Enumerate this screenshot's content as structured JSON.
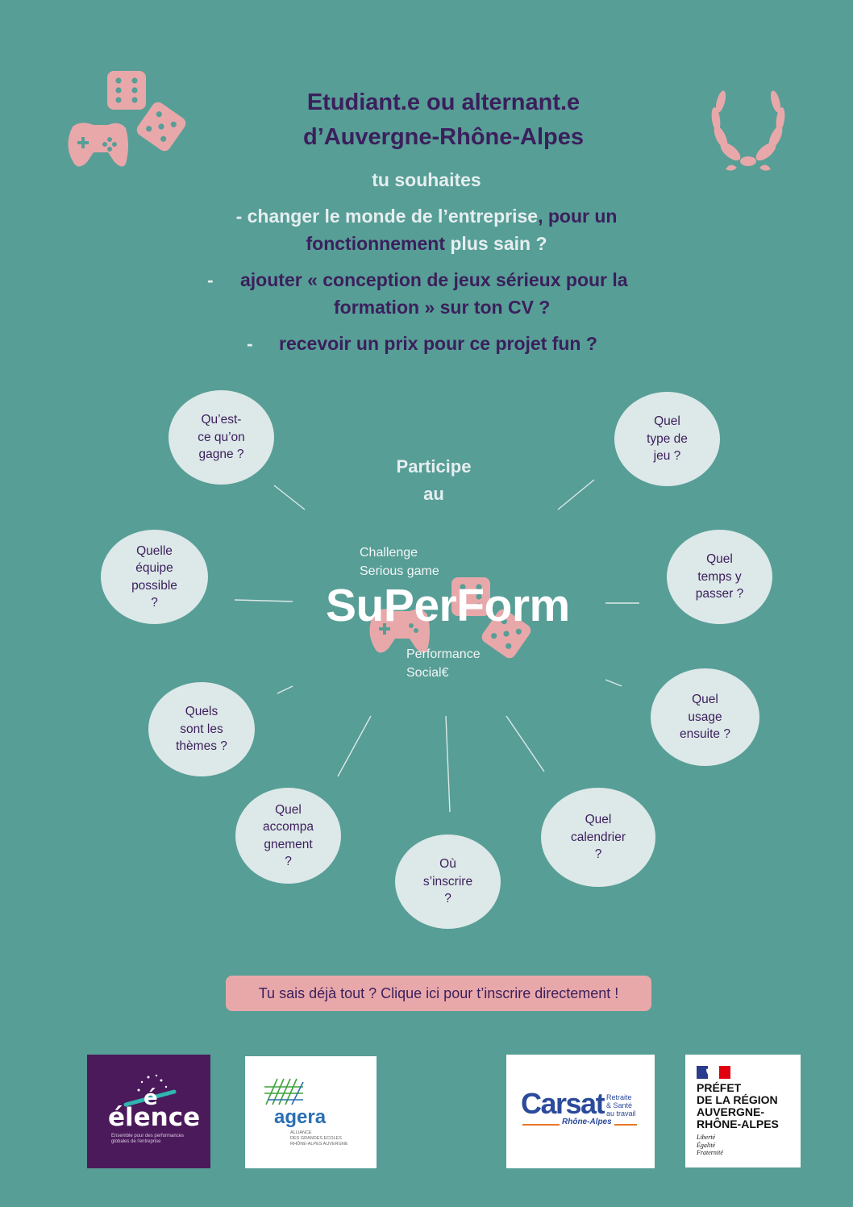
{
  "header": {
    "title_line1": "Etudiant.e ou alternant.e",
    "title_line2": "d’Auvergne-Rhône-Alpes",
    "subtitle": "tu souhaites",
    "bullet1_part1": "- changer le monde de l’entreprise",
    "bullet1_part2": ", pour un",
    "bullet1_line2a": "fonctionnement",
    "bullet1_line2b": " plus sain ?",
    "bullet2_dash": "-",
    "bullet2_a": "ajouter « conception de jeux sérieux ",
    "bullet2_b": "pour la",
    "bullet2_line2a": "formation",
    "bullet2_line2b": " » sur ton CV ?",
    "bullet3_dash": "-",
    "bullet3_a": "recevoir ",
    "bullet3_b": "un",
    "bullet3_c": " prix ",
    "bullet3_d": "pour ce projet fun ?"
  },
  "center": {
    "participe": "Participe\nau",
    "challenge": "Challenge\nSerious game",
    "brand": "SuPerForm",
    "performance": "Performance\nSocial€"
  },
  "bubbles": [
    {
      "id": "gains",
      "text": "Qu’est-\nce qu’on\ngagne ?"
    },
    {
      "id": "type-jeu",
      "text": "Quel\ntype de\njeu ?"
    },
    {
      "id": "equipe",
      "text": "Quelle\néquipe\npossible\n?"
    },
    {
      "id": "temps",
      "text": "Quel\ntemps y\npasser ?"
    },
    {
      "id": "themes",
      "text": "Quels\nsont les\nthèmes ?"
    },
    {
      "id": "usage",
      "text": "Quel\nusage\nensuite ?"
    },
    {
      "id": "accompagnement",
      "text": "Quel\naccompa\ngnement\n?"
    },
    {
      "id": "inscrire",
      "text": "Où\ns’inscrire\n?"
    },
    {
      "id": "calendrier",
      "text": "Quel\ncalendrier\n?"
    }
  ],
  "cta": {
    "label": "Tu sais déjà tout ? Clique ici pour t’inscrire directement !"
  },
  "logos": {
    "elence": {
      "name": "élence",
      "tagline": "Ensemble pour des performances globales de l'entreprise"
    },
    "agera": {
      "name": "agera",
      "tagline": "ALLIANCE\nDES GRANDES ECOLES\nRHÔNE-ALPES AUVERGNE"
    },
    "carsat": {
      "name": "Carsat",
      "tagline": "Retraite\n& Santé\nau travail",
      "region": "Rhône-Alpes"
    },
    "prefet": {
      "title": "PRÉFET\nDE LA RÉGION\nAUVERGNE-\nRHÔNE-ALPES",
      "motto": "Liberté\nÉgalité\nFraternité"
    }
  },
  "colors": {
    "background": "#579e96",
    "accent_pink": "#e8a8aa",
    "text_purple": "#3b1f5c",
    "bubble": "#dde8e8"
  }
}
